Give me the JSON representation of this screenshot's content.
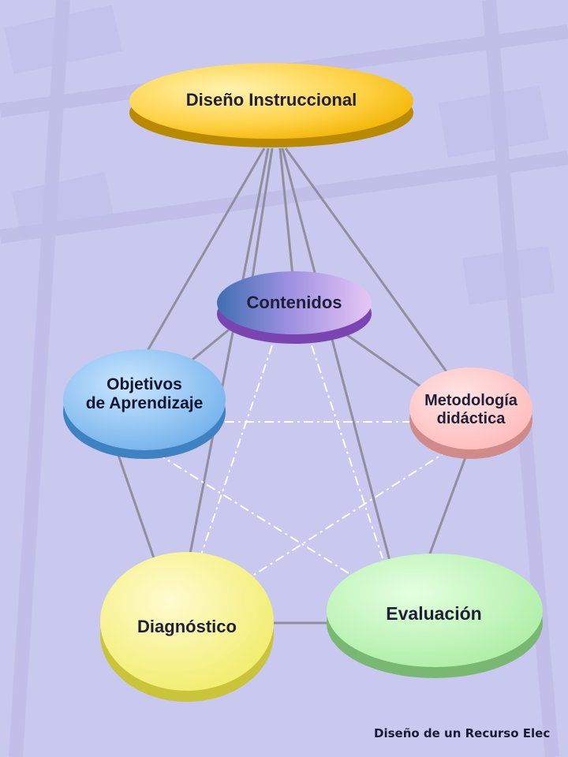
{
  "nodes": {
    "diseno": {
      "label": "Diseño Instruccional"
    },
    "contenidos": {
      "label": "Contenidos"
    },
    "objetivos": {
      "line1": "Objetivos",
      "line2": "de Aprendizaje"
    },
    "metodologia": {
      "line1": "Metodología",
      "line2": "didáctica"
    },
    "diagnostico": {
      "label": "Diagnóstico"
    },
    "evaluacion": {
      "label": "Evaluación"
    }
  },
  "footer": {
    "text": "Diseño de un Recurso Elec"
  },
  "colors": {
    "background": "#c9c8ef",
    "diseno": "#ffd24a",
    "contenidos": "#b79be6",
    "objetivos": "#79b9f0",
    "metodologia": "#ffc2c2",
    "diagnostico": "#f6f27a",
    "evaluacion": "#b8f2b0",
    "solid_links": "#8f8f9e",
    "dashed_links": "#ffffff"
  }
}
